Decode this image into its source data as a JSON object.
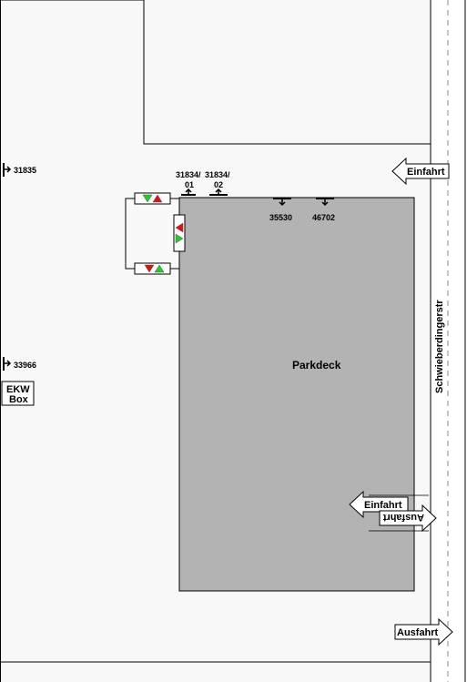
{
  "map": {
    "parkdeck_label": "Parkdeck",
    "street_label": "Schwieberdingerstr",
    "box_label_line1": "EKW",
    "box_label_line2": "Box",
    "entrances": {
      "top_right": "Einfahrt",
      "bottom_in": "Einfahrt",
      "bottom_out": "Ausfahrt",
      "bottom_exit": "Ausfahrt"
    },
    "markers": {
      "m31835": "31835",
      "m33966": "33966",
      "m31834_01_line1": "31834/",
      "m31834_01_line2": "01",
      "m31834_02_line1": "31834/",
      "m31834_02_line2": "02",
      "m35530": "35530",
      "m46702": "46702"
    },
    "colors": {
      "background": "#f8f8f8",
      "building_fill": "#b3b3b3",
      "signal_red": "#e01010",
      "signal_green": "#22cc22",
      "outline": "#000000"
    }
  }
}
